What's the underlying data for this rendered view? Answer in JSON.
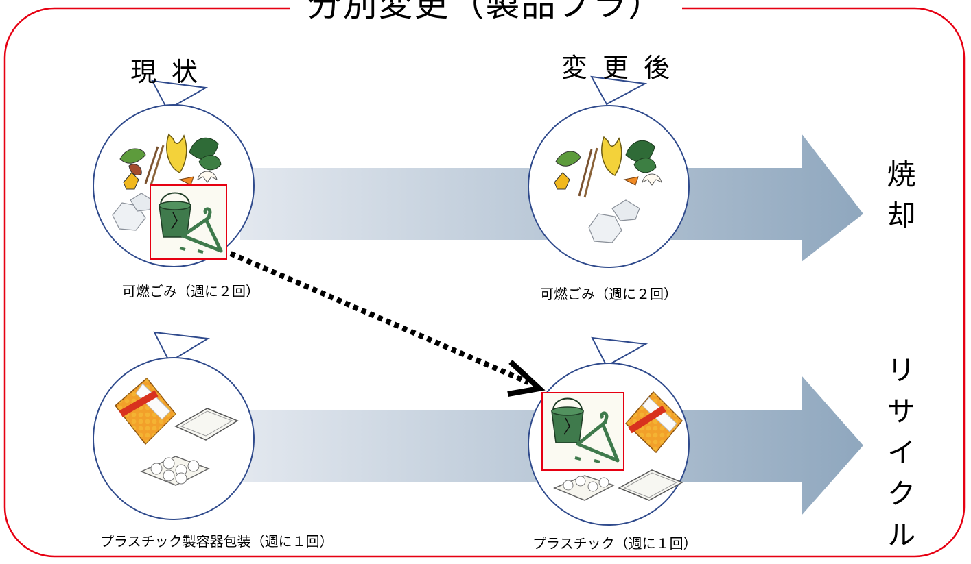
{
  "title": "分別変更（製品プラ）",
  "columns": {
    "current": "現状",
    "after": "変更後"
  },
  "outcomes": {
    "incinerate": "焼却",
    "recycle": "リサイクル"
  },
  "captions": {
    "current_burnable": "可燃ごみ（週に２回）",
    "after_burnable": "可燃ごみ（週に２回）",
    "current_plastic": "プラスチック製容器包装（週に１回）",
    "after_plastic": "プラスチック（週に１回）"
  },
  "colors": {
    "frame": "#e60012",
    "circle": "#2f4a8c",
    "arrow_start": "#e3e8ef",
    "arrow_end": "#8fa7be",
    "highlight": "#e60012",
    "plastic_green": "#3f7a4c",
    "pointer": "#000000"
  }
}
